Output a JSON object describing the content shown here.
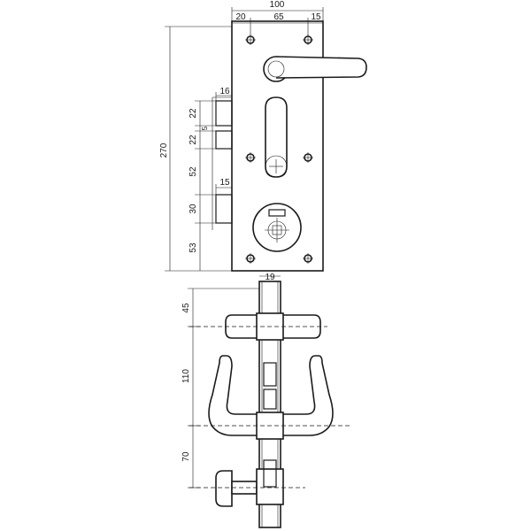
{
  "front_view": {
    "width_total": "100",
    "width_left": "20",
    "width_center": "65",
    "width_right": "15",
    "height_total": "270",
    "latch_width": "16",
    "latch_height": "22",
    "gap_height": "22",
    "gap_small": "5",
    "lower_gap": "52",
    "bolt_width": "15",
    "bolt_height": "30",
    "bottom_height": "53"
  },
  "side_view": {
    "thickness": "19",
    "top_offset": "45",
    "handle_distance": "110",
    "thumbturn_distance": "70"
  }
}
